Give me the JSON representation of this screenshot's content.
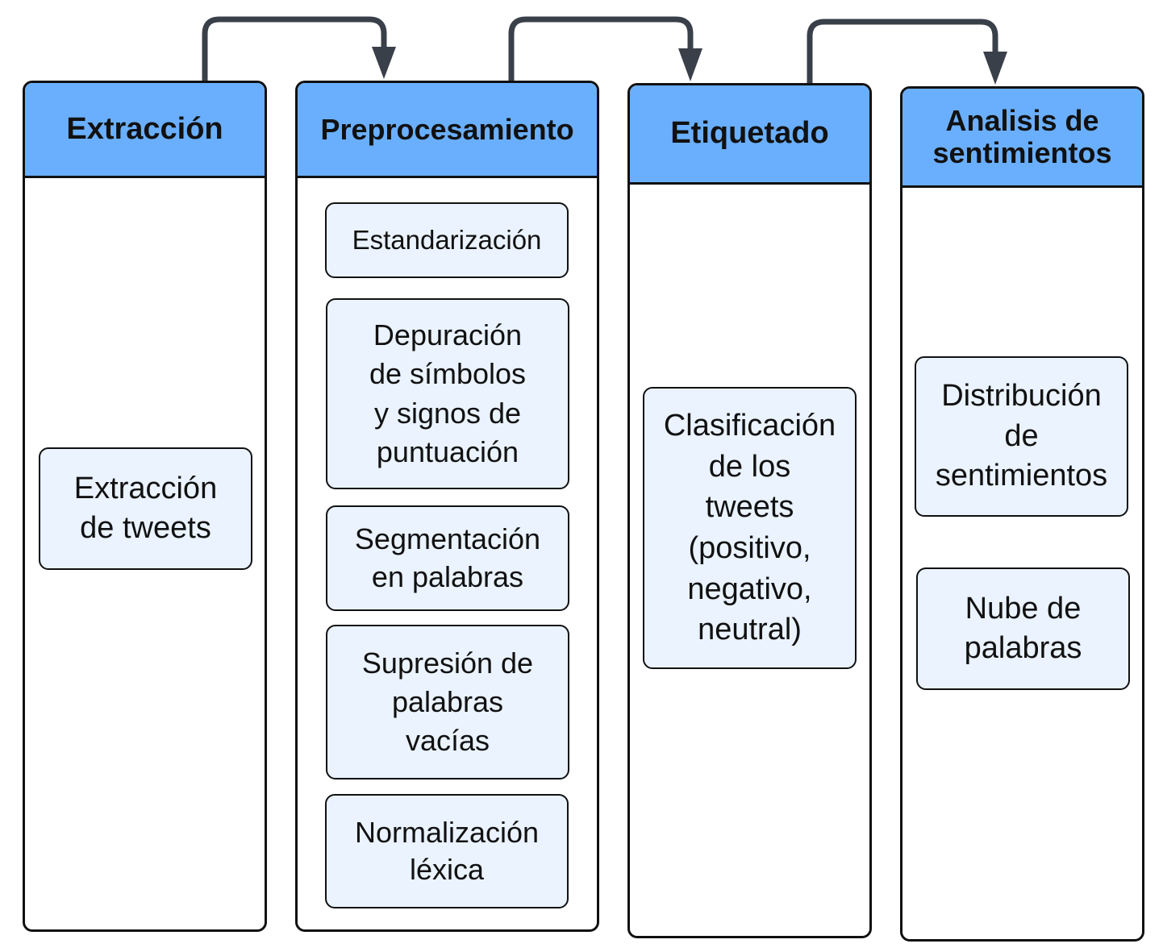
{
  "stages": [
    {
      "title": "Extracción",
      "steps": [
        "Extracción\nde tweets"
      ]
    },
    {
      "title": "Preprocesamiento",
      "steps": [
        "Estandarización",
        "Depuración\nde símbolos\ny signos de\npuntuación",
        "Segmentación\nen palabras",
        "Supresión de\npalabras\nvacías",
        "Normalización\nléxica"
      ]
    },
    {
      "title": "Etiquetado",
      "steps": [
        "Clasificación\nde los\ntweets\n(positivo,\nnegativo,\nneutral)"
      ]
    },
    {
      "title": "Analisis de\nsentimientos",
      "steps": [
        "Distribución\nde\nsentimientos",
        "Nube de\npalabras"
      ]
    }
  ],
  "colors": {
    "header": "#6aaffd",
    "step_fill": "#eaf3ff",
    "border": "#111111",
    "arrow": "#3a4049"
  }
}
